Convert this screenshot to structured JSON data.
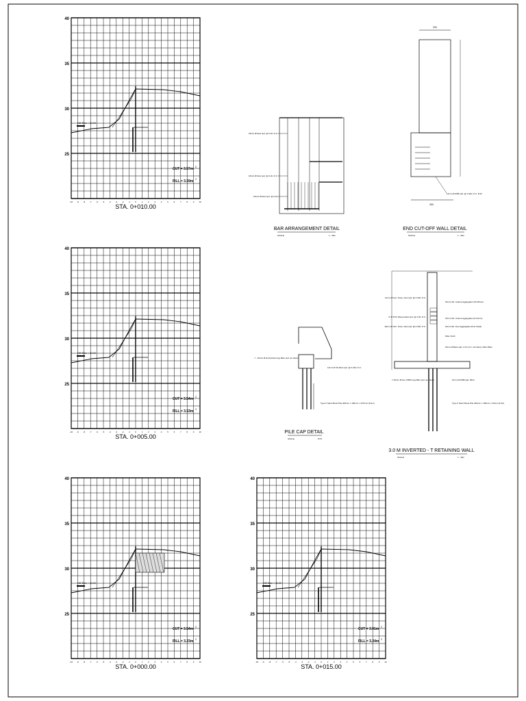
{
  "sections": [
    {
      "station": "STA. 0+010.00",
      "cut": "CUT = 3.57m",
      "fill": "FILL = 3.59m",
      "hw": "HW Elev. ≈ 31.00"
    },
    {
      "station": "STA. 0+005.00",
      "cut": "CUT = 3.54m",
      "fill": "FILL = 3.53m",
      "hw": "HW Elev. ≈ 31.00"
    },
    {
      "station": "STA. 0+000.00",
      "cut": "CUT = 3.54m",
      "fill": "FILL = 3.23m",
      "hw": "HW Elev. ≈ 31.00"
    },
    {
      "station": "STA. 0+015.00",
      "cut": "CUT = 3.91m",
      "fill": "FILL = 3.24m",
      "hw": "HW Elev. ≈ 31.00"
    }
  ],
  "y_ticks": [
    "40",
    "35",
    "30",
    "25"
  ],
  "x_ticks": [
    "-10",
    "-9",
    "-8",
    "-7",
    "-6",
    "-5",
    "-4",
    "-3",
    "-2",
    "-1",
    "0",
    "1",
    "2",
    "3",
    "4",
    "5",
    "6",
    "7",
    "8",
    "9",
    "10"
  ],
  "details": {
    "bar": {
      "title": "BAR ARRANGEMENT DETAIL",
      "scale_left": "SCALE",
      "scale_right": "1 : 40m",
      "notes": [
        "16mm Ø bars spd. @ 0.2m O.C.",
        "16mm Ø bars spd. @ 0.2m O.C.",
        "16mm Ø bars spd. @ 0.2m"
      ]
    },
    "cutoff": {
      "title": "END CUT-OFF WALL DETAIL",
      "scale_left": "SCALE",
      "scale_right": "1 : 40m",
      "dim_top": "200",
      "dim_bottom": "250",
      "note": "12mm Ø RSB spd. @ 0.30m O.C. B.W."
    },
    "pile": {
      "title": "PILE CAP DETAIL",
      "scale_left": "SCALE",
      "scale_right": "NTS",
      "notes": [
        "7 - 16mm Ø Horizontal Long Bars spd. as shown",
        "12mm Ø Tie Bars spd. @ 0.20m O.C.",
        "Type II Steel Sheet Pile 400mm x 100mm x 10.5mm (6.0m)"
      ]
    },
    "wall": {
      "title": "3.0 M INVERTED - T RETAINING WALL",
      "scale_left": "SCALE",
      "scale_right": "1 : 40m",
      "notes": [
        "12mm Ø Hor. Temp. bars spd. @ 0.30m O.C.",
        "3\" Ø PVC Weep Holes spd. @ 2.0m O.C.",
        "16mm Ø Vert. Temp. bars spd. @ 0.30m O.C.",
        "16mm thk. Coarse Aggregates (20-25mm)",
        "16mm thk. Coarse Aggregates (6-16mm)",
        "16mm thk. Fine Aggregates (Fine Sand)",
        "Filter Cloth",
        "16mm Ø Bars spd. 1.0m O.C. Cut Every Other Bars",
        "7-16mm Ø Hor. RSB Long Bars spd. as shown",
        "12mm Ø RSB spd. 30cm",
        "Type II Steel Sheet Pile 400mm x 100mm x 10mm (6.0m)"
      ]
    }
  }
}
